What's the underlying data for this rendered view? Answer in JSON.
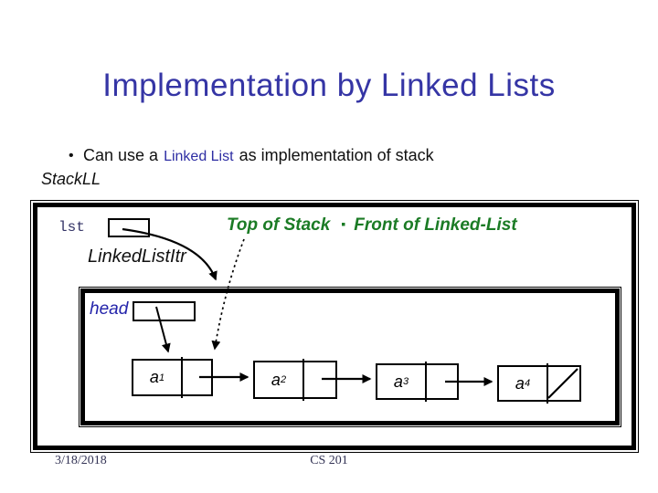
{
  "slide": {
    "title": "Implementation by Linked Lists",
    "bullet": {
      "marker": "•",
      "prefix": "Can use a",
      "highlight": "Linked List",
      "suffix": "as implementation of stack"
    },
    "subtext": "StackLL",
    "diagram": {
      "lst_label": "lst",
      "iterator_label": "LinkedListItr",
      "annotation": {
        "left": "Top of Stack",
        "symbol": "▪",
        "right": "Front of Linked-List"
      },
      "head_label": "head",
      "nodes": [
        {
          "base": "a",
          "sub": "1"
        },
        {
          "base": "a",
          "sub": "2"
        },
        {
          "base": "a",
          "sub": "3"
        },
        {
          "base": "a",
          "sub": "4"
        }
      ],
      "null_marker": "diagonal-slash"
    },
    "footer": {
      "date": "3/18/2018",
      "course": "CS 201"
    }
  },
  "colors": {
    "title_blue": "#3535a5",
    "highlight_blue": "#2d2da3",
    "annotation_green": "#1b7b25",
    "lst_label_navy": "#333366",
    "head_label_blue": "#2323aa",
    "footer_navy": "#333355",
    "line_black": "#000000",
    "background": "#ffffff"
  }
}
